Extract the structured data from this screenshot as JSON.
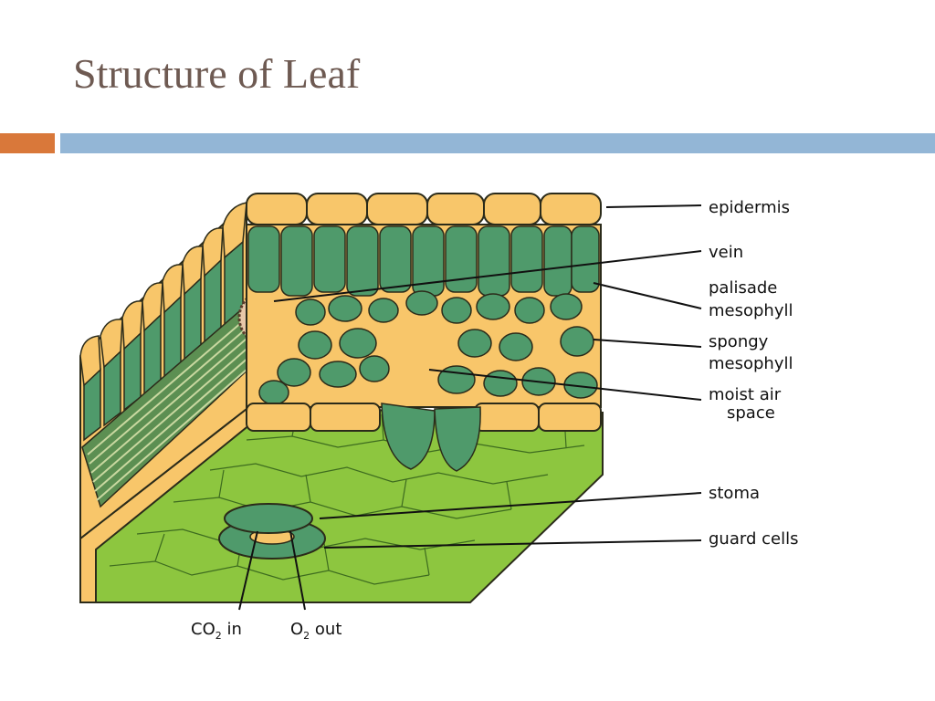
{
  "slide": {
    "title": "Structure of Leaf"
  },
  "colors": {
    "title_text": "#6e5a52",
    "accent_orange": "#d9783a",
    "accent_blue": "#93b6d6",
    "epidermis_yellow": "#f8c66a",
    "mesophyll_dark_green": "#4f9a6b",
    "underside_light_green": "#8dc63f",
    "outline": "#2b2b1a"
  },
  "labels": {
    "epidermis": "epidermis",
    "vein": "vein",
    "palisade_1": "palisade",
    "palisade_2": "mesophyll",
    "spongy_1": "spongy",
    "spongy_2": "mesophyll",
    "moist_1": "moist air",
    "moist_2": "space",
    "stoma": "stoma",
    "guard_cells": "guard cells",
    "co2_main": "CO",
    "co2_sub": "2",
    "co2_rest": " in",
    "o2_main": "O",
    "o2_sub": "2",
    "o2_rest": " out"
  }
}
